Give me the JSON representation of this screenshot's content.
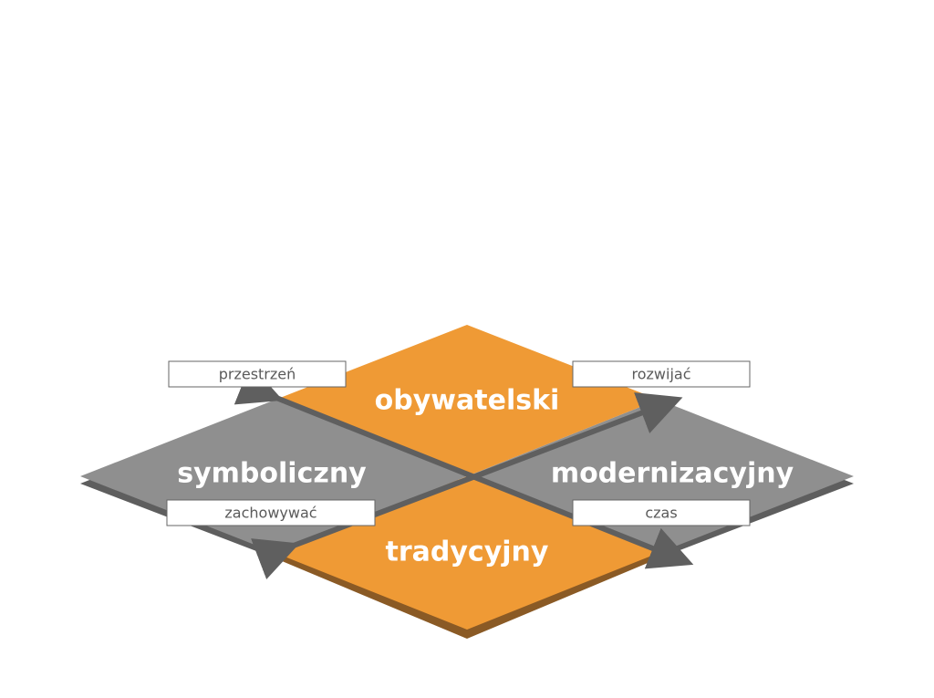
{
  "quadrants": {
    "top": "obywatelski",
    "left": "symboliczny",
    "right": "modernizacyjny",
    "bottom": "tradycyjny"
  },
  "axis_labels": {
    "top_left": "przestrzeń",
    "top_right": "rozwijać",
    "bottom_left": "zachowywać",
    "bottom_right": "czas"
  },
  "colors": {
    "orange": "#ef9a35",
    "orange_shadow": "#8a5a25",
    "gray": "#8f8f8f",
    "gray_shadow": "#5e5e5e",
    "arrow": "#5f5f5f"
  }
}
